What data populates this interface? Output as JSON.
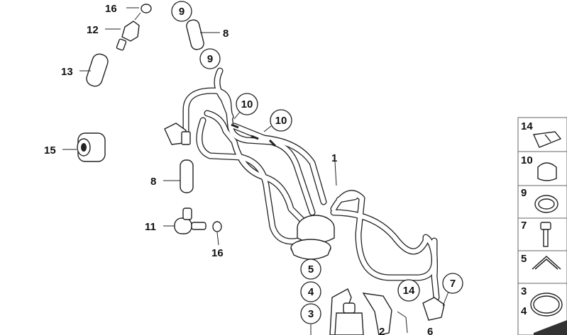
{
  "callouts": {
    "c1": "1",
    "c2": "2",
    "c3": "3",
    "c4": "4",
    "c5": "5",
    "c6": "6",
    "c7": "7",
    "c8a": "8",
    "c8b": "8",
    "c9a": "9",
    "c9b": "9",
    "c10a": "10",
    "c10b": "10",
    "c11": "11",
    "c12": "12",
    "c13": "13",
    "c14": "14",
    "c15": "15",
    "c16a": "16",
    "c16b": "16"
  },
  "side_panel": {
    "p14": "14",
    "p10": "10",
    "p9": "9",
    "p7": "7",
    "p5": "5",
    "p3": "3",
    "p4": "4"
  }
}
